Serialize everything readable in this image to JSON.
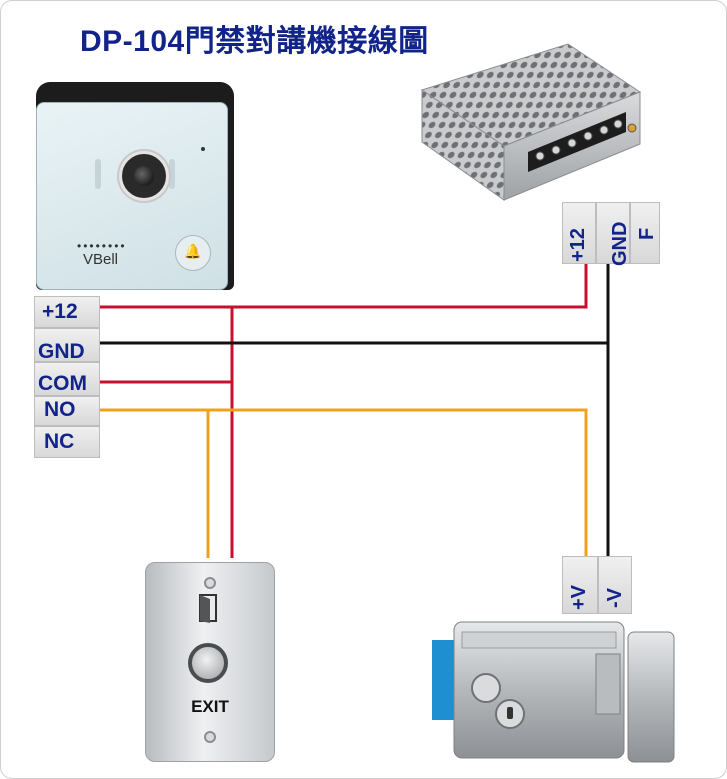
{
  "title": "DP-104門禁對講機接線圖",
  "doorphone": {
    "brand": "VBell",
    "terminals": [
      "+12",
      "GND",
      "COM",
      "NO",
      "NC"
    ]
  },
  "power_supply": {
    "terminals": [
      "+12",
      "GND",
      "F"
    ]
  },
  "exit_button": {
    "label": "EXIT"
  },
  "lock": {
    "terminals": [
      "+V",
      "-V"
    ]
  },
  "colors": {
    "title": "#12248a",
    "wire_positive": "#c8102e",
    "wire_ground": "#111111",
    "wire_no": "#f0a020",
    "label": "#12248a"
  }
}
